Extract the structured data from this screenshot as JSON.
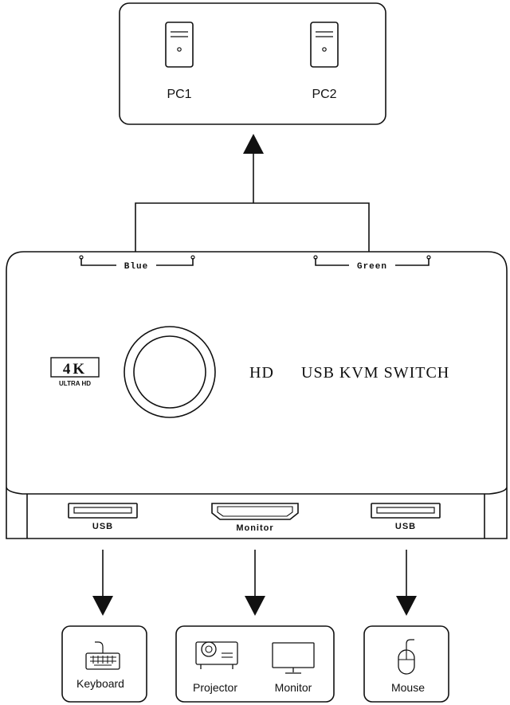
{
  "pcs": {
    "pc1": "PC1",
    "pc2": "PC2"
  },
  "switch": {
    "led_left": "Blue",
    "led_right": "Green",
    "badge_main": "4K",
    "badge_sub": "ULTRA HD",
    "title_hd": "HD",
    "title_rest": "USB KVM SWITCH"
  },
  "ports": {
    "usb_left": "USB",
    "monitor": "Monitor",
    "usb_right": "USB"
  },
  "devices": {
    "keyboard": "Keyboard",
    "projector": "Projector",
    "monitor": "Monitor",
    "mouse": "Mouse"
  },
  "icons": [
    "computer-tower-icon",
    "keyboard-icon",
    "projector-icon",
    "monitor-icon",
    "mouse-icon",
    "push-button-icon",
    "usb-port-icon",
    "hdmi-port-icon"
  ]
}
